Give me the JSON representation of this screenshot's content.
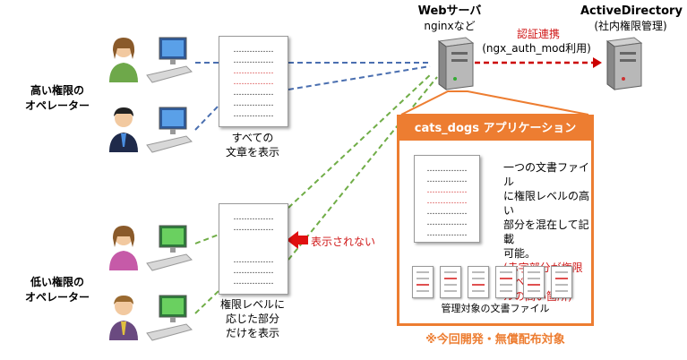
{
  "high_group": {
    "label_lines": [
      "高い権限の",
      "オペレーター"
    ]
  },
  "low_group": {
    "label_lines": [
      "低い権限の",
      "オペレーター"
    ]
  },
  "doc_all": {
    "caption_lines": [
      "すべての",
      "文章を表示"
    ]
  },
  "doc_partial": {
    "caption_lines": [
      "権限レベルに",
      "応じた部分",
      "だけを表示"
    ]
  },
  "not_shown_label": "表示されない",
  "web_server": {
    "name": "Webサーバ",
    "sub": "nginxなど"
  },
  "auth_link": {
    "label": "認証連携",
    "sub": "(ngx_auth_mod利用)"
  },
  "active_directory": {
    "name": "ActiveDirectory",
    "sub": "(社内権限管理)"
  },
  "app_box": {
    "title": "cats_dogs アプリケーション",
    "desc_lines": [
      "一つの文書ファイル",
      "に権限レベルの高い",
      "部分を混在して記載",
      "可能。"
    ],
    "note_lines": [
      "(赤字部分が権限レベ",
      "ルの高い箇所)"
    ],
    "files_caption": "管理対象の文書ファイル"
  },
  "footer_note": "※今回開発・無償配布対象",
  "colors": {
    "blue_line": "#4a6fb0",
    "green_line": "#70ad47",
    "red_link": "#cc0000",
    "orange": "#ed7d31",
    "red_text": "#d01818"
  }
}
